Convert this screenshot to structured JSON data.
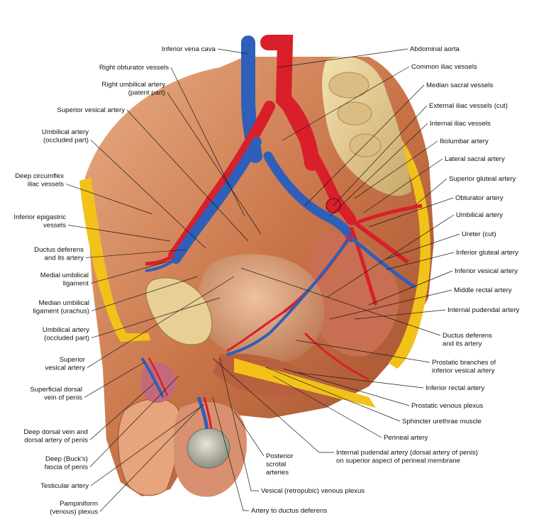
{
  "left_labels": [
    {
      "id": "inferior-vena-cava",
      "lines": [
        "Inferior vena cava"
      ]
    },
    {
      "id": "right-obturator-vessels",
      "lines": [
        "Right obturator vessels"
      ]
    },
    {
      "id": "right-umbilical-artery",
      "lines": [
        "Right umbilical artery",
        "(patent part)"
      ]
    },
    {
      "id": "superior-vesical-artery",
      "lines": [
        "Superior vesical artery"
      ]
    },
    {
      "id": "umbilical-artery-occluded-top",
      "lines": [
        "Umbilical artery",
        "(occluded part)"
      ]
    },
    {
      "id": "deep-circumflex-iliac-vessels",
      "lines": [
        "Deep circumflex",
        "iliac vessels"
      ]
    },
    {
      "id": "inferior-epigastric-vessels",
      "lines": [
        "Inferior epigastric",
        "vessels"
      ]
    },
    {
      "id": "ductus-deferens-left",
      "lines": [
        "Ductus deferens",
        "and its artery"
      ]
    },
    {
      "id": "medial-umbilical-ligament",
      "lines": [
        "Medial umbilical",
        "ligament"
      ]
    },
    {
      "id": "median-umbilical-ligament",
      "lines": [
        "Median umbilical",
        "ligament (urachus)"
      ]
    },
    {
      "id": "umbilical-artery-occluded-bottom",
      "lines": [
        "Umbilical artery",
        "(occluded part)"
      ]
    },
    {
      "id": "superior-vesical-artery-lower",
      "lines": [
        "Superior",
        "vesical artery"
      ]
    },
    {
      "id": "superficial-dorsal-vein",
      "lines": [
        "Superficial dorsal",
        "vein of penis"
      ]
    },
    {
      "id": "deep-dorsal-vein",
      "lines": [
        "Deep dorsal vein and",
        "dorsal artery of penis"
      ]
    },
    {
      "id": "bucks-fascia",
      "lines": [
        "Deep (Buck's)",
        "fascia of penis"
      ]
    },
    {
      "id": "testicular-artery",
      "lines": [
        "Testicular artery"
      ]
    },
    {
      "id": "pampiniform-plexus",
      "lines": [
        "Pampiniform",
        "(venous) plexus"
      ]
    }
  ],
  "right_labels": [
    {
      "id": "abdominal-aorta",
      "lines": [
        "Abdominal aorta"
      ]
    },
    {
      "id": "common-iliac-vessels",
      "lines": [
        "Common iliac vessels"
      ]
    },
    {
      "id": "median-sacral-vessels",
      "lines": [
        "Median sacral vessels"
      ]
    },
    {
      "id": "external-iliac-vessels",
      "lines": [
        "External iliac vessels (cut)"
      ]
    },
    {
      "id": "internal-iliac-vessels",
      "lines": [
        "Internal iliac vessels"
      ]
    },
    {
      "id": "iliolumbar-artery",
      "lines": [
        "Iliolumbar artery"
      ]
    },
    {
      "id": "lateral-sacral-artery",
      "lines": [
        "Lateral sacral artery"
      ]
    },
    {
      "id": "superior-gluteal-artery",
      "lines": [
        "Superior gluteal artery"
      ]
    },
    {
      "id": "obturator-artery",
      "lines": [
        "Obturator artery"
      ]
    },
    {
      "id": "umbilical-artery-right",
      "lines": [
        "Umbilical artery"
      ]
    },
    {
      "id": "ureter-cut",
      "lines": [
        "Ureter (cut)"
      ]
    },
    {
      "id": "inferior-gluteal-artery",
      "lines": [
        "Inferior gluteal artery"
      ]
    },
    {
      "id": "inferior-vesical-artery",
      "lines": [
        "Inferior vesical artery"
      ]
    },
    {
      "id": "middle-rectal-artery",
      "lines": [
        "Middle rectal artery"
      ]
    },
    {
      "id": "internal-pudendal-artery",
      "lines": [
        "Internal pudendal artery"
      ]
    },
    {
      "id": "ductus-deferens-right",
      "lines": [
        "Ductus deferens",
        "and its artery"
      ]
    },
    {
      "id": "prostatic-branches",
      "lines": [
        "Prostatic branches of",
        "inferior vesical artery"
      ]
    },
    {
      "id": "inferior-rectal-artery",
      "lines": [
        "Inferior rectal artery"
      ]
    },
    {
      "id": "prostatic-venous-plexus",
      "lines": [
        "Prostatic venous plexus"
      ]
    },
    {
      "id": "sphincter-urethrae",
      "lines": [
        "Sphincter urethrae muscle"
      ]
    },
    {
      "id": "perineal-artery",
      "lines": [
        "Perineal artery"
      ]
    }
  ],
  "bottom_labels": [
    {
      "id": "internal-pudendal-dorsal",
      "lines": [
        "Internal pudendal artery (dorsal artery of penis)",
        "on superior aspect of perineal membrane"
      ]
    },
    {
      "id": "posterior-scrotal-arteries",
      "lines": [
        "Posterior",
        "scrotal",
        "arteries"
      ]
    },
    {
      "id": "vesical-venous-plexus",
      "lines": [
        "Vesical (retropubic) venous plexus"
      ]
    },
    {
      "id": "artery-to-ductus",
      "lines": [
        "Artery to ductus deferens"
      ]
    }
  ],
  "colors": {
    "artery": "#d81f2a",
    "vein": "#2f5fb8",
    "muscle": "#c9744a",
    "muscle_light": "#e2a57a",
    "bone": "#e8d29a",
    "fat": "#f2c21a",
    "bladder": "#d9a27c",
    "skin": "#e6a57c"
  }
}
